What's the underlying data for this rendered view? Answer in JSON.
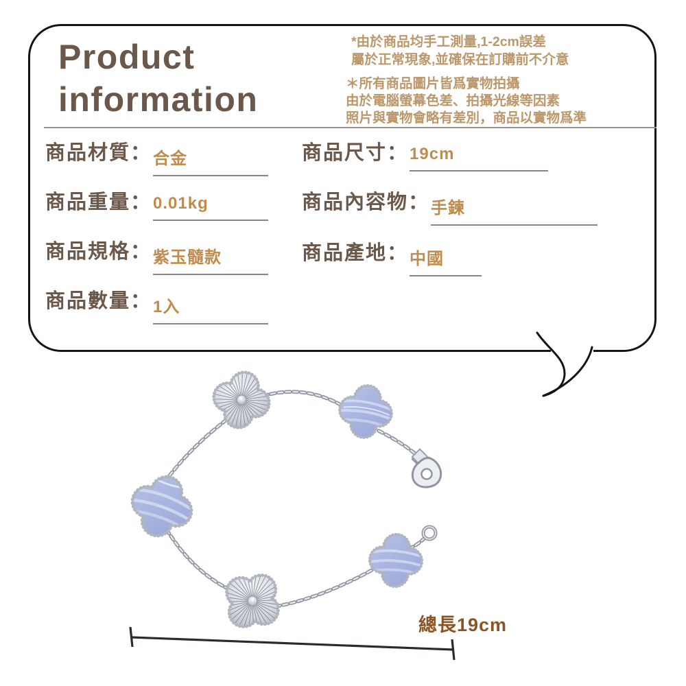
{
  "header": {
    "title_line1": "Product",
    "title_line2": "information"
  },
  "notes": {
    "note1_line1": "*由於商品均手工測量,1-2cm誤差",
    "note1_line2": "屬於正常現象,並確保在訂購前不介意",
    "note2_line1": "＊所有商品圖片皆爲實物拍攝",
    "note2_line2": "由於電腦螢幕色差、拍攝光線等因素",
    "note2_line3": "照片與實物會略有差別，商品以實物爲準"
  },
  "specs": {
    "colon": "：",
    "left": [
      {
        "label": "商品材質",
        "value": "合金"
      },
      {
        "label": "商品重量",
        "value": "0.01kg"
      },
      {
        "label": "商品規格",
        "value": "紫玉髓款"
      },
      {
        "label": "商品數量",
        "value": "1入"
      }
    ],
    "right": [
      {
        "label": "商品尺寸",
        "value": "19cm"
      },
      {
        "label": "商品內容物",
        "value": "手鍊"
      },
      {
        "label": "商品產地",
        "value": "中國"
      }
    ]
  },
  "figure": {
    "length_label": "總長19cm",
    "description": "五枚四葉草吊飾手鍊（銀色扭索紋與淡紫藍玉髓交錯，附龍蝦扣）"
  },
  "colors": {
    "title_brown": "#6b584a",
    "value_gold": "#c08b4c",
    "note_tan": "#bb9769",
    "length_brown": "#8a5426",
    "underline_gray": "#8f8379",
    "clover_blue": "#a7b3df",
    "metal_silver": "#c6cad1",
    "border_black": "#141414"
  }
}
